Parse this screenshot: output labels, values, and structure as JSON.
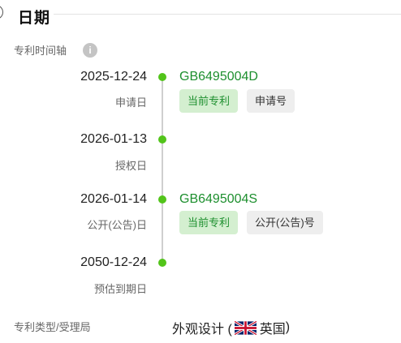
{
  "section": {
    "title": "日期"
  },
  "timeline": {
    "label": "专利时间轴",
    "info_glyph": "i",
    "events": [
      {
        "date": "2025-12-24",
        "event": "申请日",
        "number": "GB6495004D",
        "tags": [
          "当前专利",
          "申请号"
        ]
      },
      {
        "date": "2026-01-13",
        "event": "授权日"
      },
      {
        "date": "2026-01-14",
        "event": "公开(公告)日",
        "number": "GB6495004S",
        "tags": [
          "当前专利",
          "公开(公告)号"
        ]
      },
      {
        "date": "2050-12-24",
        "event": "预估到期日"
      }
    ]
  },
  "patent_type": {
    "label": "专利类型/受理局",
    "value_prefix": "外观设计 (",
    "country": "英国",
    "value_suffix": ")",
    "flag_icon": "uk-flag-icon"
  },
  "colors": {
    "accent_green": "#52c41a",
    "link_green": "#1d8f2e",
    "tag_green_bg": "#d4efd0",
    "tag_gray_bg": "#eeeeee"
  }
}
